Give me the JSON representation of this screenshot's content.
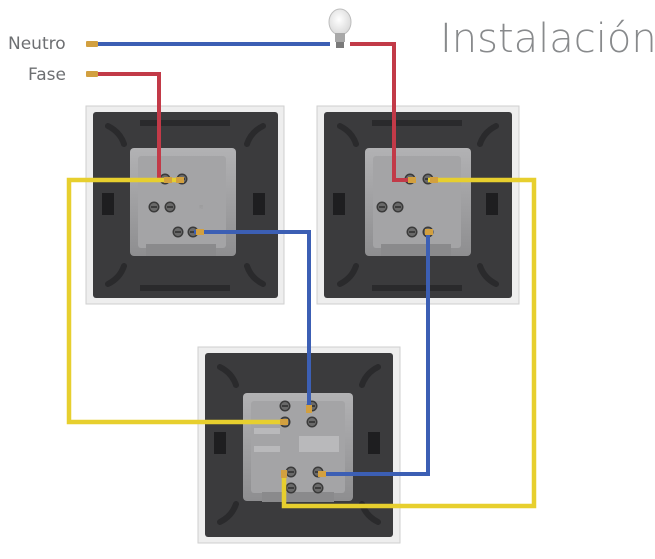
{
  "title": "Instalación",
  "labels": {
    "neutral": "Neutro",
    "phase": "Fase"
  },
  "colors": {
    "neutral_wire": "#3c5fb4",
    "phase_wire": "#c23a48",
    "traveler_wire": "#f2dd3a",
    "plate": "#3b3b3d",
    "plate_border": "#d8d8d8",
    "mechanism": "#9c9c9e",
    "terminal": "#d2a040"
  },
  "icons": {
    "lamp": "light-bulb-icon"
  }
}
